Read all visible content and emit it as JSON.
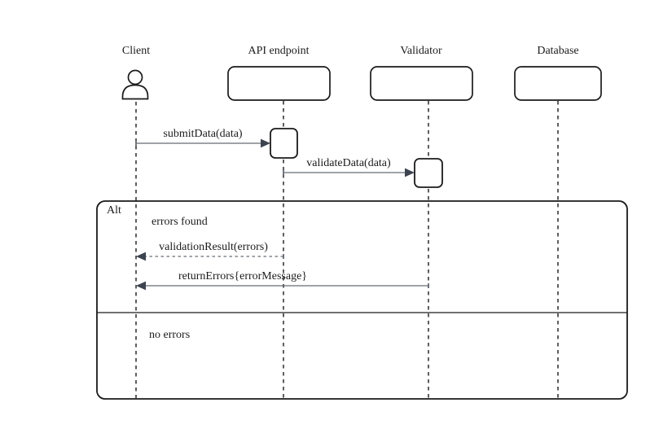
{
  "diagram": {
    "kind": "uml-sequence-diagram",
    "participants": [
      {
        "name": "Client",
        "type": "actor",
        "icon": "person-icon"
      },
      {
        "name": "API endpoint",
        "type": "object"
      },
      {
        "name": "Validator",
        "type": "object"
      },
      {
        "name": "Database",
        "type": "object"
      }
    ],
    "messages": [
      {
        "label": "submitData(data)",
        "from": "Client",
        "to": "API endpoint",
        "line": "solid",
        "activates": "API endpoint"
      },
      {
        "label": "validateData(data)",
        "from": "API endpoint",
        "to": "Validator",
        "line": "solid",
        "activates": "Validator"
      },
      {
        "label": "validationResult(errors)",
        "from": "API endpoint",
        "to": "Client",
        "line": "dashed",
        "activates": null
      },
      {
        "label": "returnErrors{errorMessage}",
        "from": "Validator",
        "to": "Client",
        "line": "solid",
        "activates": null
      }
    ],
    "alt_frame": {
      "label": "Alt",
      "sections": [
        {
          "condition": "errors found",
          "messages": [
            "validationResult(errors)",
            "returnErrors{errorMessage}"
          ]
        },
        {
          "condition": "no errors",
          "messages": []
        }
      ]
    },
    "colors": {
      "background": "#ffffff",
      "border": "#1a1a1a",
      "text": "#1b1b1b",
      "message_line": "#666c75",
      "arrowhead": "#3d4450"
    }
  }
}
